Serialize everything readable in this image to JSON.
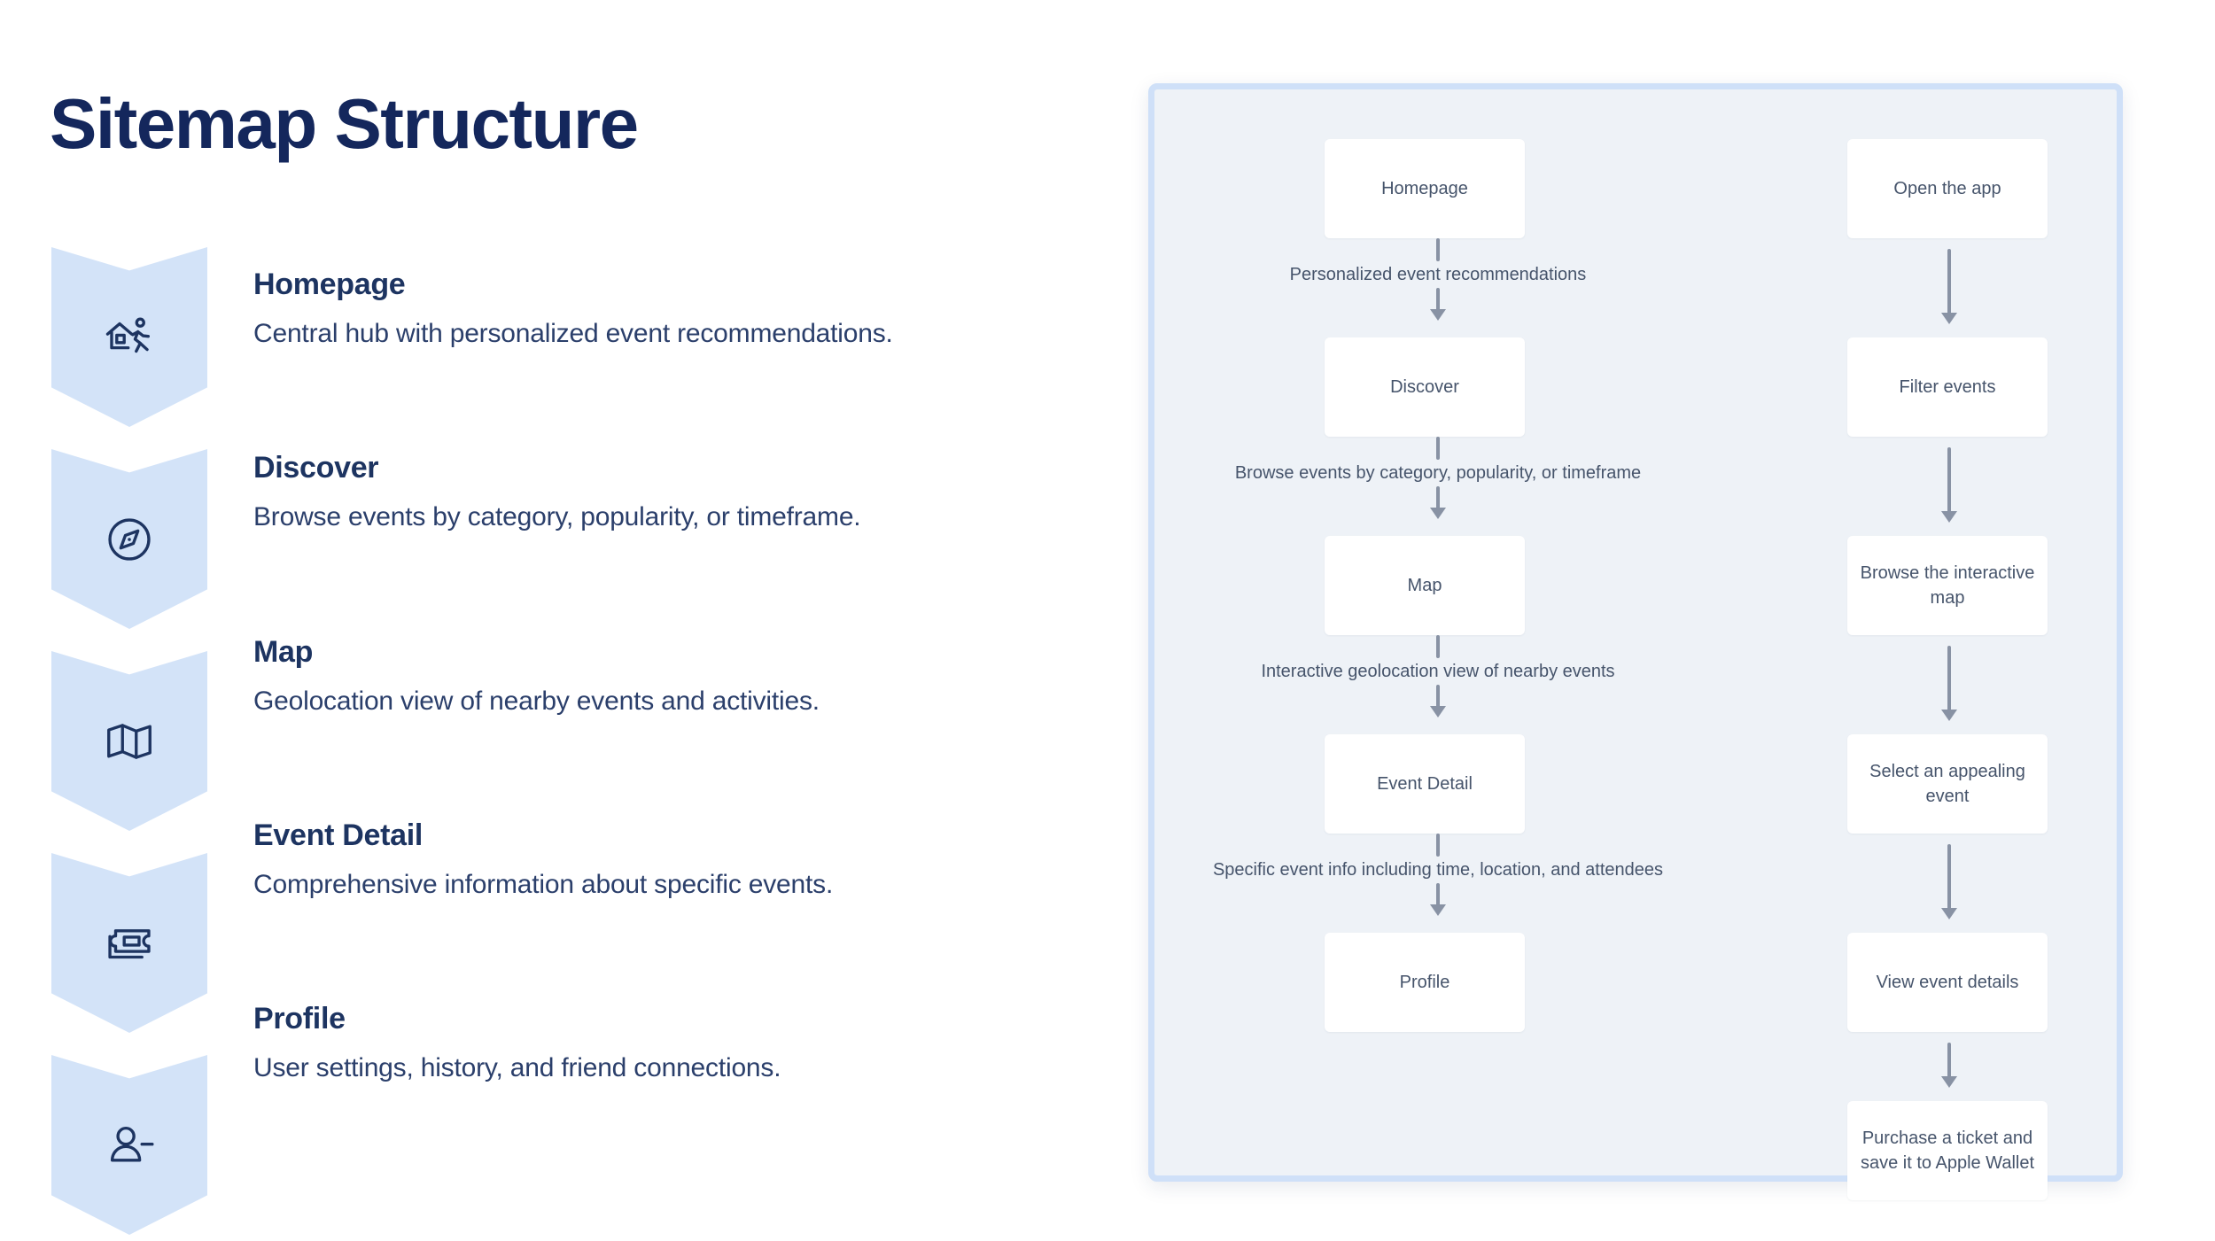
{
  "page": {
    "title": "Sitemap Structure",
    "background": "#ffffff",
    "accent_navy": "#14275c",
    "accent_light_blue": "#d3e3f8",
    "panel_bg": "#eef2f7",
    "panel_border": "#cfe0f8",
    "connector_gray": "#8892a4"
  },
  "sections": [
    {
      "icon": "home-run-icon",
      "title": "Homepage",
      "description": "Central hub with personalized event recommendations."
    },
    {
      "icon": "compass-icon",
      "title": "Discover",
      "description": "Browse events by category, popularity, or timeframe."
    },
    {
      "icon": "map-icon",
      "title": "Map",
      "description": "Geolocation view of nearby events and activities."
    },
    {
      "icon": "ticket-icon",
      "title": "Event Detail",
      "description": "Comprehensive information about specific events."
    },
    {
      "icon": "user-minus-icon",
      "title": "Profile",
      "description": "User settings, history, and friend connections."
    }
  ],
  "flowchart": {
    "sitemap_flow": {
      "nodes": [
        "Homepage",
        "Discover",
        "Map",
        "Event Detail",
        "Profile"
      ],
      "edge_labels": [
        "Personalized event recommendations",
        "Browse events by category, popularity, or timeframe",
        "Interactive geolocation view of nearby events",
        "Specific event info including time, location, and attendees"
      ]
    },
    "user_flow": {
      "nodes": [
        "Open the app",
        "Filter events",
        "Browse the\ninteractive map",
        "Select an appealing\nevent",
        "View event details",
        "Purchase a ticket and\nsave it to Apple\nWallet"
      ]
    }
  }
}
